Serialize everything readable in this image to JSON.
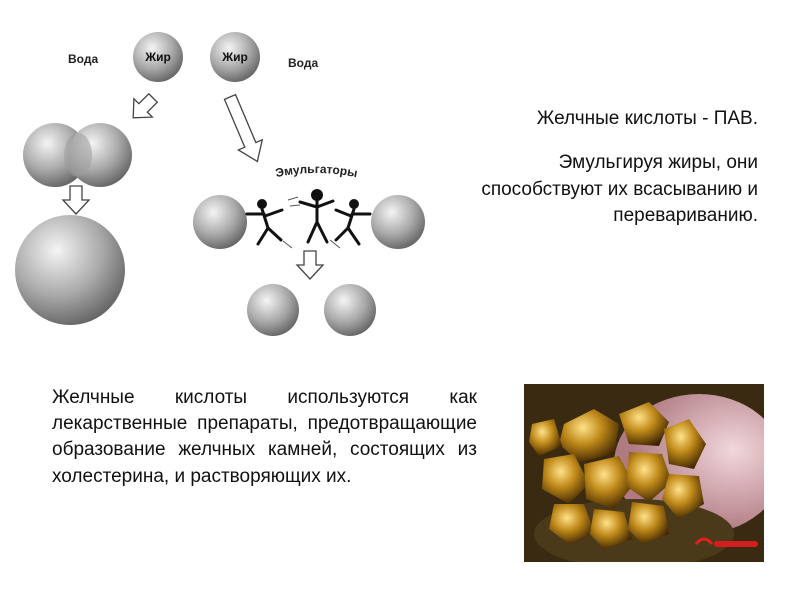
{
  "diagram": {
    "water_label_left": "Вода",
    "water_label_right": "Вода",
    "fat_label_left": "Жир",
    "fat_label_right": "Жир",
    "emulsifiers_label": "Эмульгаторы"
  },
  "text": {
    "title": "Желчные кислоты - ПАВ.",
    "description": "Эмульгируя жиры, они способствуют их всасыванию и перевариванию.",
    "usage": "Желчные кислоты используются как лекарственные препараты, предотвращающие образование желчных камней, состоящих из холестерина, и растворяющих их."
  },
  "colors": {
    "droplet": "#8a8a8a",
    "stone": "#b8860b",
    "tissue": "#d8a8b0"
  }
}
